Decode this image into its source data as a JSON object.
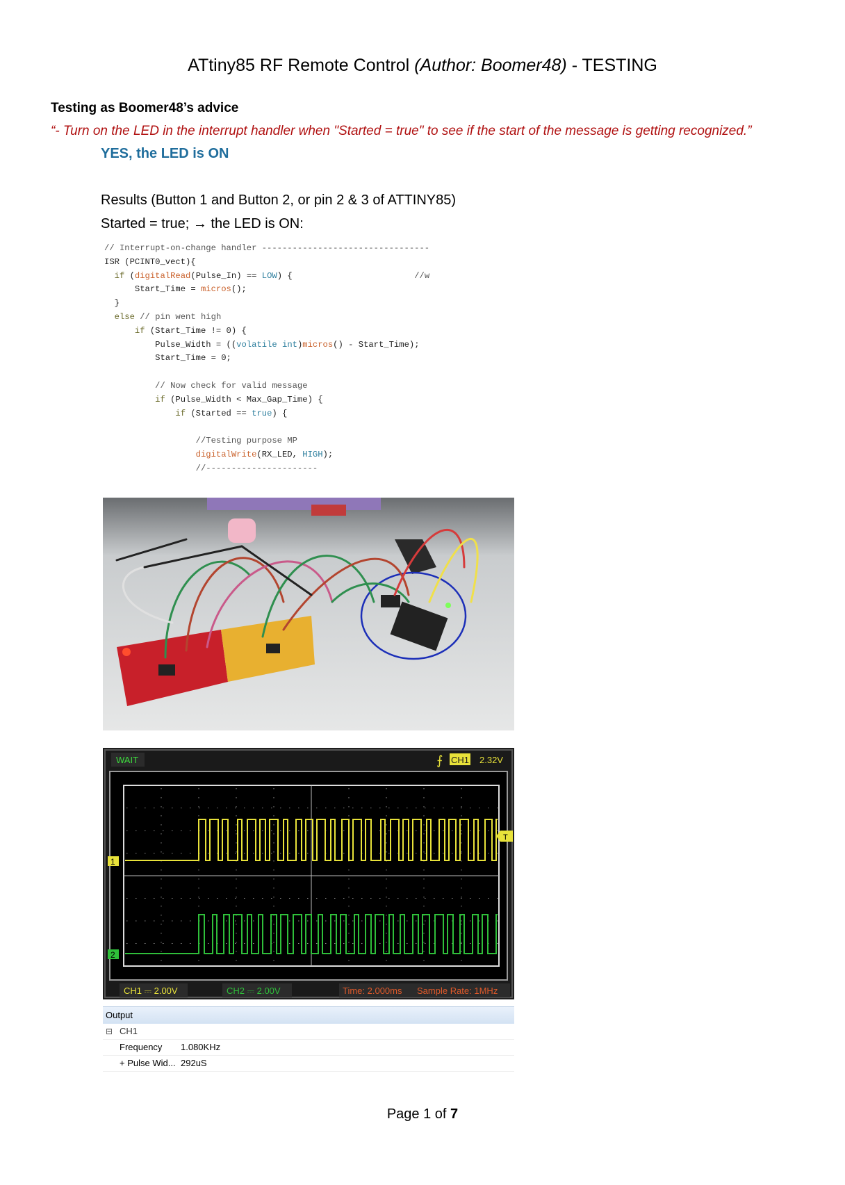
{
  "heading": {
    "title_main": "ATtiny85 RF Remote Control",
    "title_author": "(Author: Boomer48)",
    "title_suffix": "- TESTING"
  },
  "advice": {
    "subheading": "Testing as Boomer48’s advice",
    "quote": "“- Turn on the LED in the interrupt handler when \"Started = true\" to see if the start of the message is getting recognized.”",
    "answer": "YES, the LED is ON"
  },
  "results": {
    "line1": "Results (Button 1 and Button 2, or pin 2 & 3 of ATTINY85)",
    "line2": "Started = true;  → the LED is ON:"
  },
  "code_lines": [
    "// Interrupt-on-change handler ---------------------------------",
    "ISR (PCINT0_vect){",
    "  if (digitalRead(Pulse_In) == LOW) {                        //w",
    "      Start_Time = micros();",
    "  }",
    "  else // pin went high",
    "      if (Start_Time != 0) {",
    "          Pulse_Width = ((volatile int)micros() - Start_Time);",
    "          Start_Time = 0;",
    "",
    "          // Now check for valid message",
    "          if (Pulse_Width < Max_Gap_Time) {",
    "              if (Started == true) {",
    "",
    "                  //Testing purpose MP",
    "                  digitalWrite(RX_LED, HIGH);",
    "                  //----------------------"
  ],
  "scope": {
    "status": "WAIT",
    "trigger_channel": "CH1",
    "trigger_level": "2.32V",
    "trigger_marker": "T",
    "ch1_marker": "1",
    "ch2_marker": "2",
    "ch1_scale": "CH1 ⎓ 2.00V",
    "ch2_scale": "CH2 ⎓ 2.00V",
    "time": "Time: 2.000ms",
    "sample_rate": "Sample Rate: 1MHz",
    "ch1_color": "#e8e23a",
    "ch2_color": "#2fbf3a"
  },
  "output": {
    "title": "Output",
    "group": "CH1",
    "rows": [
      {
        "key": "Frequency",
        "value": "1.080KHz"
      },
      {
        "key": "+ Pulse Wid...",
        "value": "292uS"
      }
    ]
  },
  "footer": {
    "page_prefix": "Page 1 of ",
    "page_total": "7"
  }
}
